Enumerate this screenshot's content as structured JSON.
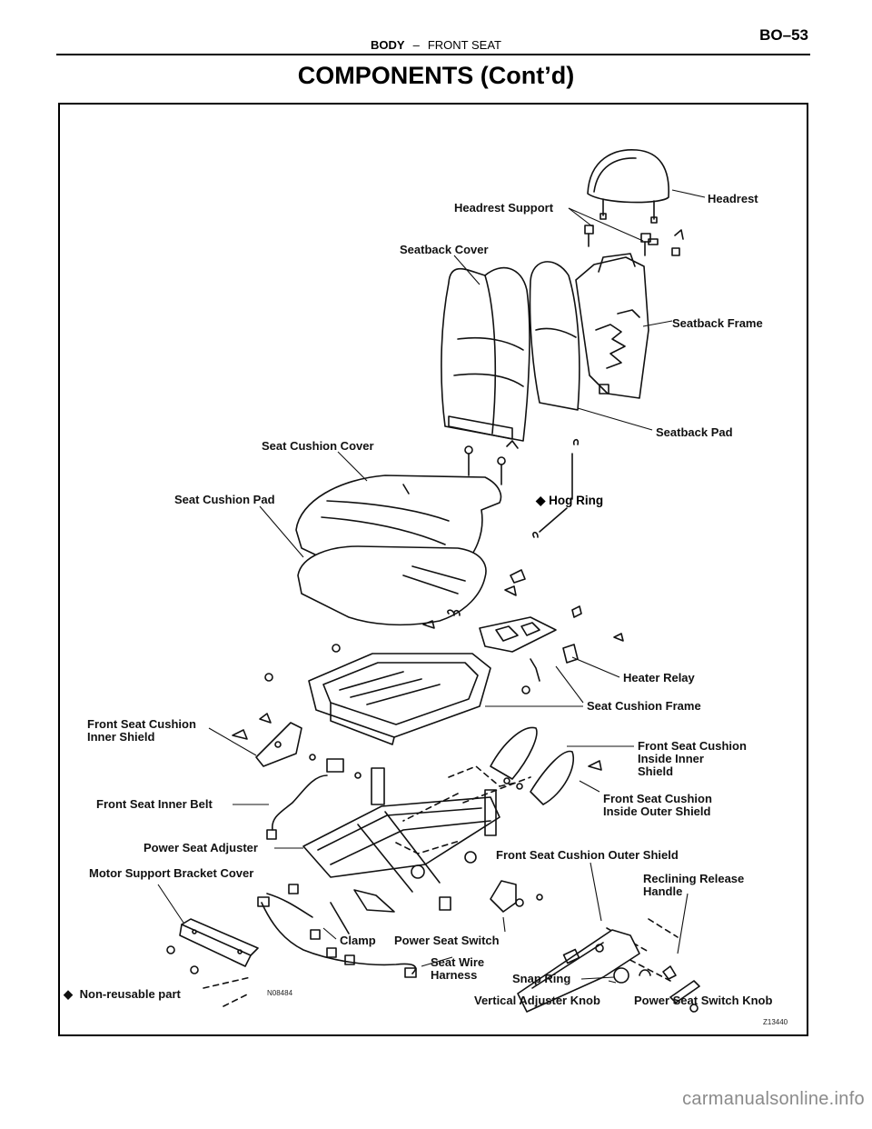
{
  "header": {
    "section": "BODY",
    "subsection": "FRONT SEAT",
    "separator": "–",
    "page_number": "BO–53"
  },
  "title": "COMPONENTS (Cont’d)",
  "labels": {
    "headrest": "Headrest",
    "headrest_support": "Headrest Support",
    "seatback_cover": "Seatback Cover",
    "seatback_frame": "Seatback Frame",
    "seatback_pad": "Seatback Pad",
    "seat_cushion_cover": "Seat Cushion Cover",
    "seat_cushion_pad": "Seat Cushion Pad",
    "hog_ring": "Hog Ring",
    "heater_relay": "Heater Relay",
    "seat_cushion_frame": "Seat Cushion Frame",
    "front_seat_cushion_inner_shield_1": "Front Seat Cushion",
    "front_seat_cushion_inner_shield_2": "Inner Shield",
    "front_seat_cushion_inside_inner_shield_1": "Front Seat Cushion",
    "front_seat_cushion_inside_inner_shield_2": "Inside Inner",
    "front_seat_cushion_inside_inner_shield_3": "Shield",
    "front_seat_cushion_inside_outer_shield_1": "Front Seat Cushion",
    "front_seat_cushion_inside_outer_shield_2": "Inside Outer Shield",
    "front_seat_inner_belt": "Front Seat Inner Belt",
    "power_seat_adjuster": "Power Seat Adjuster",
    "front_seat_cushion_outer_shield": "Front Seat Cushion Outer Shield",
    "motor_support_bracket_cover": "Motor Support Bracket Cover",
    "reclining_release_handle_1": "Reclining Release",
    "reclining_release_handle_2": "Handle",
    "clamp": "Clamp",
    "power_seat_switch": "Power Seat Switch",
    "seat_wire_harness_1": "Seat Wire",
    "seat_wire_harness_2": "Harness",
    "snap_ring": "Snap Ring",
    "vertical_adjuster_knob": "Vertical Adjuster Knob",
    "power_seat_switch_knob": "Power Seat Switch Knob",
    "non_reusable_part": "Non-reusable part"
  },
  "codes": {
    "figure_code_1": "N08484",
    "figure_code_2": "Z13440"
  },
  "watermark": "carmanualsonline.info"
}
